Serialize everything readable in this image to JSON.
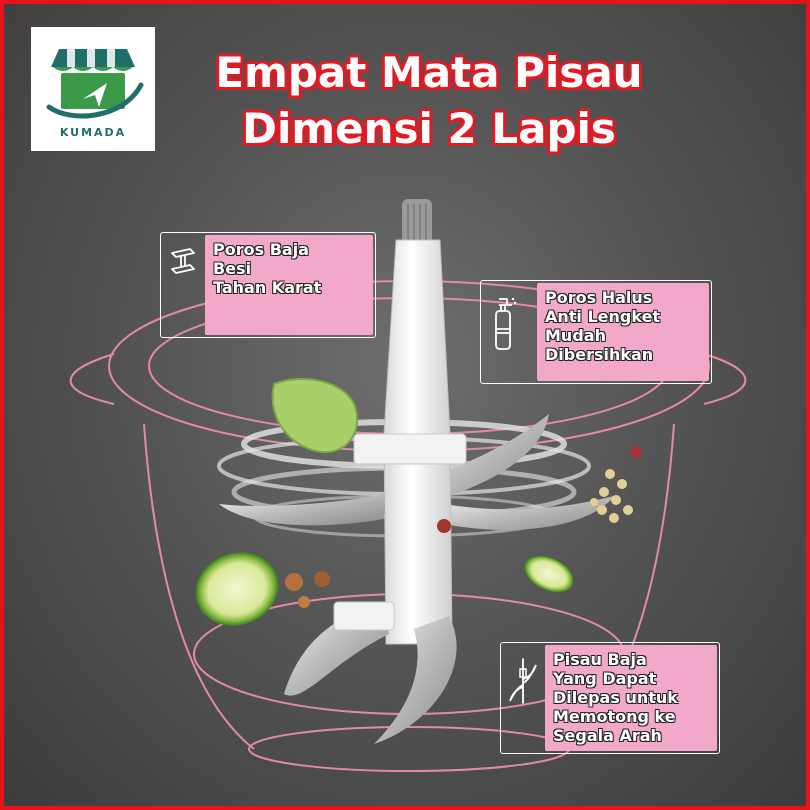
{
  "brand": {
    "logo_text": "KUMADA"
  },
  "title": {
    "line1": "Empat Mata Pisau",
    "line2": "Dimensi 2 Lapis"
  },
  "callouts": [
    {
      "icon": "steel-beam-icon",
      "text": "Poros Baja\nBesi\nTahan Karat"
    },
    {
      "icon": "spray-bottle-icon",
      "text": "Poros Halus\nAnti Lengket\nMudah\nDibersihkan"
    },
    {
      "icon": "blade-icon",
      "text": "Pisau Baja\nYang Dapat\nDilepas untuk\nMemotong ke\nSegala Arah"
    }
  ],
  "colors": {
    "frame": "#e8121b",
    "title_outline": "#e01b24",
    "callout_fill": "#f2a9c9",
    "bowl_outline": "#e38aa6",
    "logo_teal": "#1f6e6a",
    "logo_green": "#3a9a4a"
  }
}
